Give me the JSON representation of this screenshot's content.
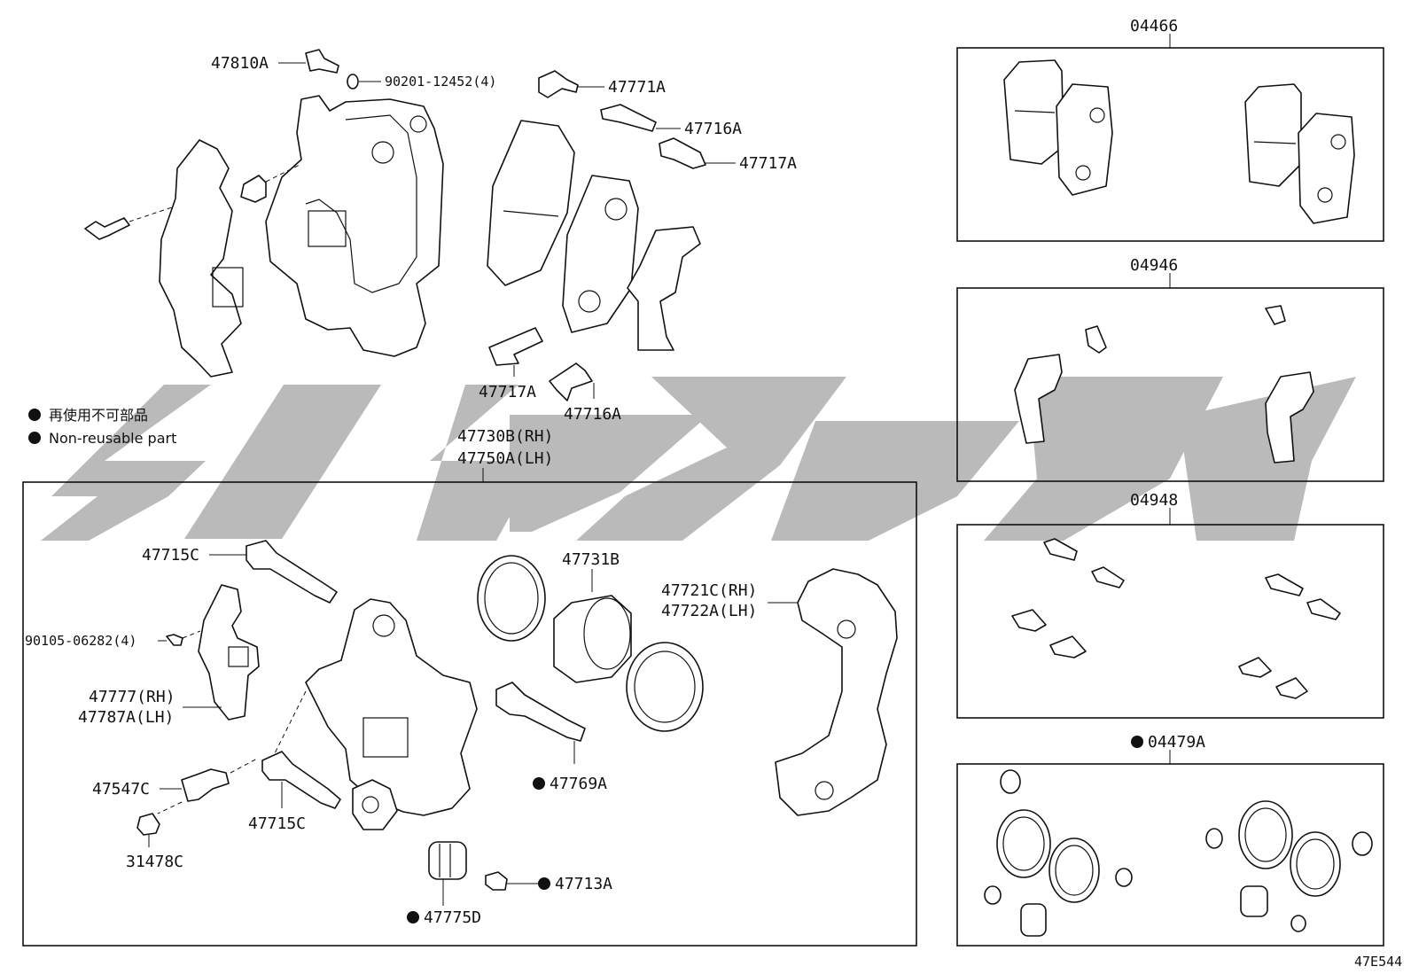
{
  "legend": {
    "japanese": "再使用不可部品",
    "english": "Non-reusable part"
  },
  "diagram_code": "47E544",
  "assembly_box": {
    "label_rh": "47730B(RH)",
    "label_lh": "47750A(LH)"
  },
  "kits": [
    {
      "code": "04466",
      "non_reusable": false
    },
    {
      "code": "04946",
      "non_reusable": false
    },
    {
      "code": "04948",
      "non_reusable": false
    },
    {
      "code": "04479A",
      "non_reusable": true
    }
  ],
  "callouts": {
    "bolt_47810a": "47810A",
    "washer_90201": "90201-12452(4)",
    "clip_47771a": "47771A",
    "shim_47716a_top": "47716A",
    "shim_47717a_top": "47717A",
    "shim_47717a_bottom": "47717A",
    "shim_47716a_bottom": "47716A",
    "pin_47715c_top": "47715C",
    "bolt_90105": "90105-06282(4)",
    "plate_rh": "47777(RH)",
    "plate_lh": "47787A(LH)",
    "bleeder_47547c": "47547C",
    "cap_31478c": "31478C",
    "pin_47715c_bottom": "47715C",
    "piston_47731b": "47731B",
    "bushing_47769a": "47769A",
    "mount_rh": "47721C(RH)",
    "mount_lh": "47722A(LH)",
    "boot_47713a": "47713A",
    "boot_47775d": "47775D"
  },
  "colors": {
    "line": "#111111",
    "watermark": "#b3b3b3",
    "background": "#ffffff"
  }
}
